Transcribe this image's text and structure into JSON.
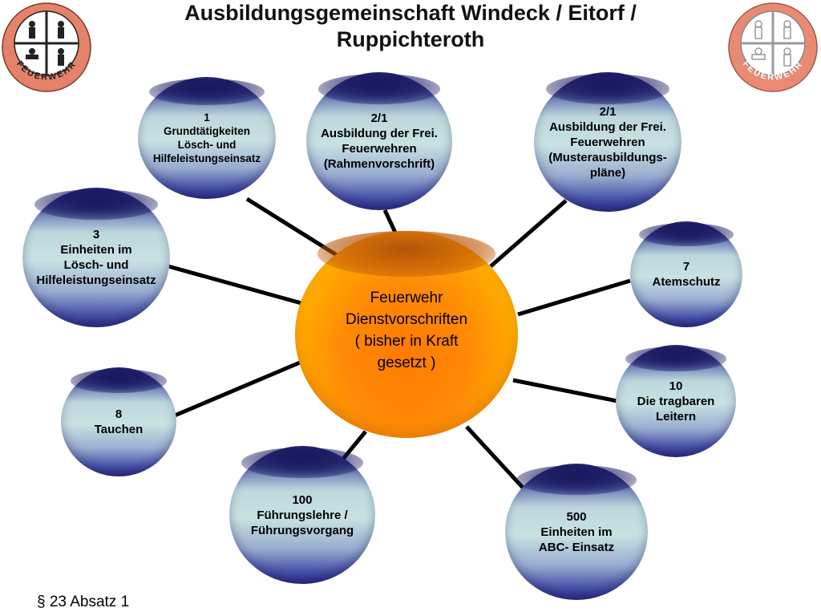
{
  "title": "Ausbildungsgemeinschaft Windeck / Eitorf / Ruppichteroth",
  "logos": {
    "left_text": "FEUERWEHR",
    "right_text": "FEUERWEHR"
  },
  "center": {
    "label": "Feuerwehr\nDienstvorschriften\n( bisher in Kraft\ngesetzt )"
  },
  "bubbles": [
    {
      "id": "1",
      "label": "1\nGrundtätigkeiten\nLösch- und\nHilfeleistungseinsatz"
    },
    {
      "id": "2/1a",
      "label": "2/1\nAusbildung der Frei.\nFeuerwehren\n(Rahmenvorschrift)"
    },
    {
      "id": "2/1b",
      "label": "2/1\nAusbildung der Frei.\nFeuerwehren\n(Musterausbildungs-\npläne)"
    },
    {
      "id": "3",
      "label": "3\nEinheiten im\nLösch- und\nHilfeleistungseinsatz"
    },
    {
      "id": "7",
      "label": "7\nAtemschutz"
    },
    {
      "id": "8",
      "label": "8\nTauchen"
    },
    {
      "id": "10",
      "label": "10\nDie tragbaren\nLeitern"
    },
    {
      "id": "100",
      "label": "100\nFührungslehre /\nFührungsvorgang"
    },
    {
      "id": "500",
      "label": "500\nEinheiten im\nABC- Einsatz"
    }
  ],
  "footer": "§ 23 Absatz 1",
  "colors": {
    "center_fill": "#ff8a06",
    "bubble_dark": "#2e2e88",
    "bubble_light": "#c8e2e2",
    "logo_ring": "#e07a60"
  }
}
